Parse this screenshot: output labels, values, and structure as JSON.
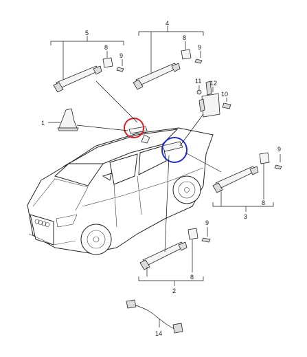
{
  "callouts": {
    "c1": "1",
    "c2": "2",
    "c3": "3",
    "c4": "4",
    "c5": "5",
    "c8a": "8",
    "c8b": "8",
    "c8c": "8",
    "c8d": "8",
    "c9a": "9",
    "c9b": "9",
    "c9c": "9",
    "c9d": "9",
    "c10": "10",
    "c11": "11",
    "c12": "12",
    "c14": "14"
  },
  "highlight_colors": {
    "red_circle": "#e01b24",
    "blue_circle": "#1f2bd6"
  }
}
